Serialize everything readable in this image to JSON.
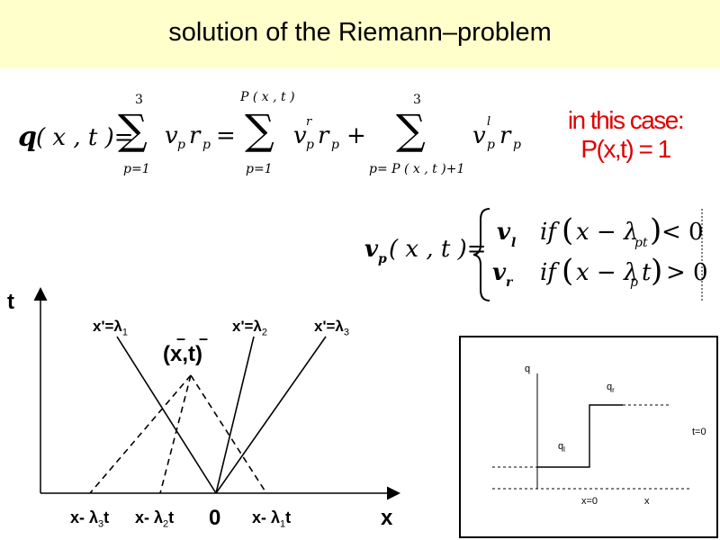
{
  "title": "solution of the Riemann–problem",
  "equation1": {
    "lhs_q": "q",
    "lhs_args": "( x , t )=",
    "sum1_upper": "3",
    "sum1_lower": "p=1",
    "term1": "v",
    "term1_sub": "p",
    "term1_r": "r",
    "term1_rsub": "p",
    "eq2": "=",
    "sum2_upper": "P ( x , t )",
    "sum2_lower": "p=1",
    "term2_sup": "r",
    "term2_sub": "p",
    "plus": "+",
    "sum3_upper": "3",
    "sum3_lower": "p= P ( x , t )+1",
    "term3_sup": "l",
    "term3_sub": "p"
  },
  "note": {
    "line1": "in this case:",
    "line2": "P(x,t) = 1"
  },
  "equation2": {
    "lhs": "v",
    "lhs_sub": "p",
    "lhs_args": "( x , t )=",
    "case1_v": "v",
    "case1_sub": "l",
    "case1_if": "if",
    "case1_expr": "x − λ",
    "case1_expr_sub": "pt",
    "case1_rel": "< 0",
    "case2_v": "v",
    "case2_sub": "r",
    "case2_if": "if",
    "case2_expr": "x − λ",
    "case2_expr_sub": "p",
    "case2_t": "t",
    "case2_rel": "> 0"
  },
  "diagram": {
    "t_axis": "t",
    "x_axis": "x",
    "origin": "0",
    "char1": "x'=λ",
    "char1_sub": "1",
    "char2": "x'=λ",
    "char2_sub": "2",
    "char3": "x'=λ",
    "char3_sub": "3",
    "point": "(x,t)",
    "foot3": "x- λ",
    "foot3_sub": "3",
    "foot3_t": "t",
    "foot2": "x- λ",
    "foot2_sub": "2",
    "foot2_t": "t",
    "foot1": "x- λ",
    "foot1_sub": "1",
    "foot1_t": "t"
  },
  "inset": {
    "q_axis": "q",
    "qr": "q",
    "qr_sub": "r",
    "ql": "q",
    "ql_sub": "l",
    "x0": "x=0",
    "x": "x",
    "t0": "t=0"
  }
}
